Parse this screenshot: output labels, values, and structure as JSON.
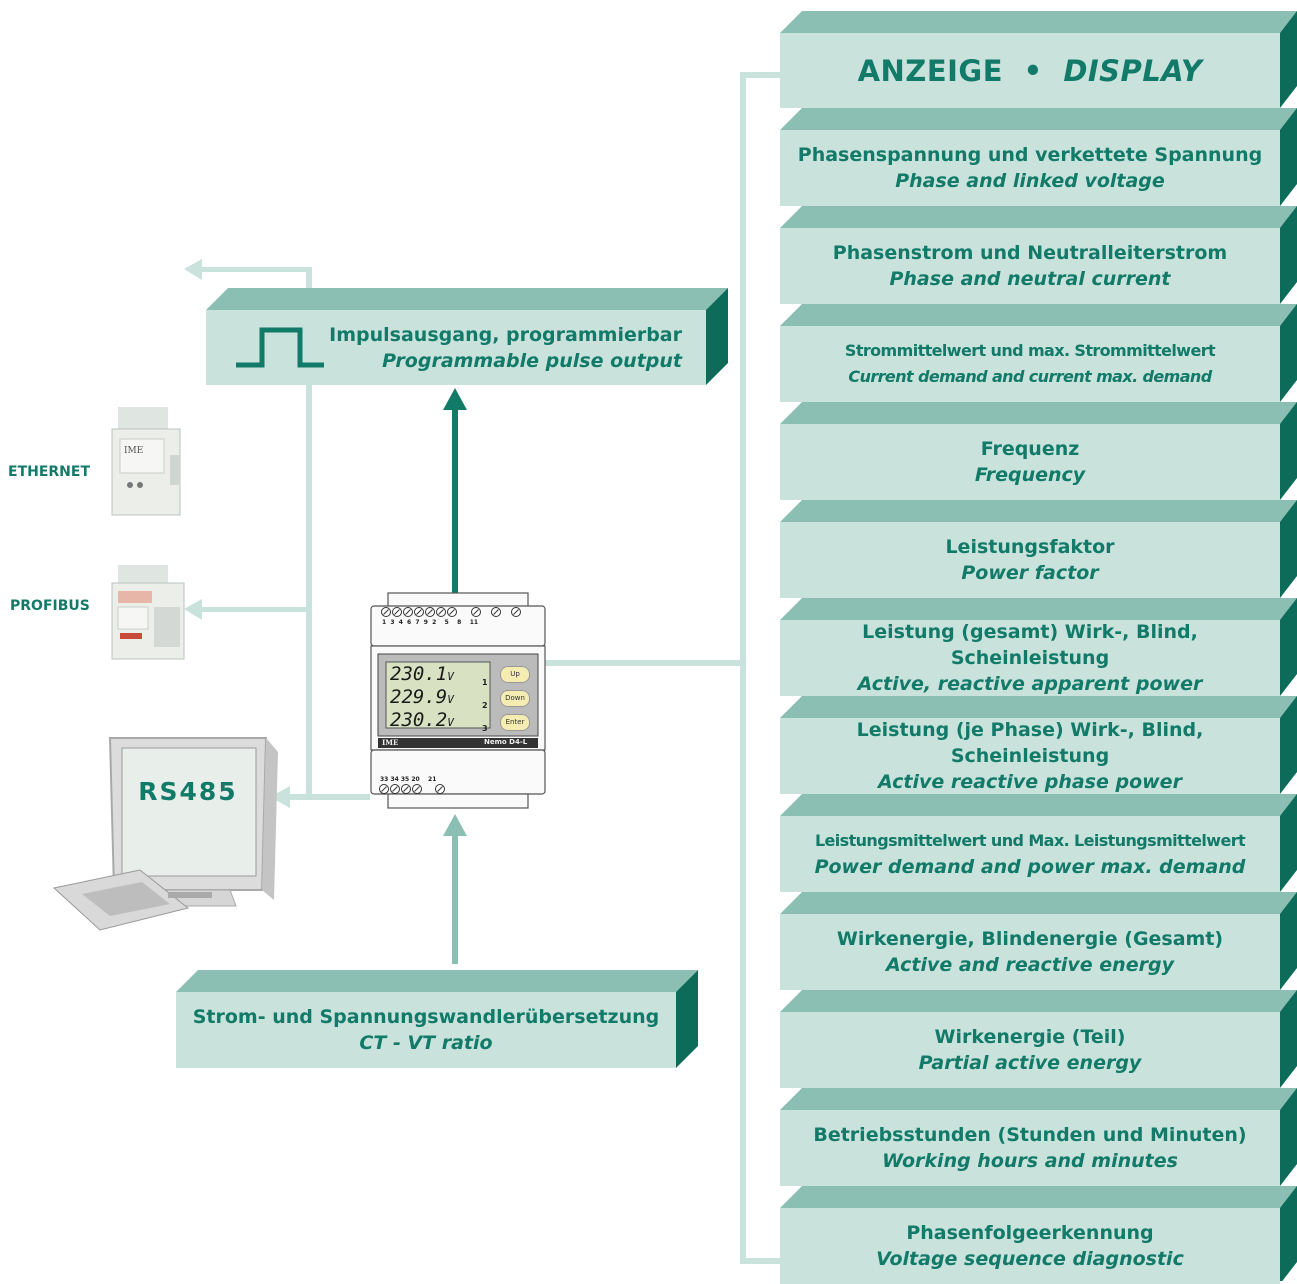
{
  "display_header": {
    "label_de": "ANZEIGE",
    "bullet": "•",
    "label_en": "DISPLAY"
  },
  "display_items": [
    {
      "de": "Phasenspannung und verkettete Spannung",
      "en": "Phase and linked voltage"
    },
    {
      "de": "Phasenstrom und Neutralleiterstrom",
      "en": "Phase and neutral current"
    },
    {
      "de": "Strommittelwert und max. Strommittelwert",
      "en": "Current demand and current max. demand"
    },
    {
      "de": "Frequenz",
      "en": "Frequency"
    },
    {
      "de": "Leistungsfaktor",
      "en": "Power factor"
    },
    {
      "de": "Leistung (gesamt) Wirk-, Blind, Scheinleistung",
      "en": "Active, reactive apparent power"
    },
    {
      "de": "Leistung (je Phase) Wirk-, Blind, Scheinleistung",
      "en": "Active reactive phase power"
    },
    {
      "de": "Leistungsmittelwert und Max. Leistungsmittelwert",
      "en": "Power demand and power max. demand"
    },
    {
      "de": "Wirkenergie, Blindenergie (Gesamt)",
      "en": "Active and reactive energy"
    },
    {
      "de": "Wirkenergie (Teil)",
      "en": "Partial active energy"
    },
    {
      "de": "Betriebsstunden (Stunden und Minuten)",
      "en": "Working hours and minutes"
    },
    {
      "de": "Phasenfolgeerkennung",
      "en": "Voltage sequence diagnostic"
    }
  ],
  "pulse_output": {
    "de": "Impulsausgang, programmierbar",
    "en": "Programmable pulse output"
  },
  "ratio_box": {
    "de": "Strom- und Spannungswandlerübersetzung",
    "en": "CT - VT ratio"
  },
  "interfaces": {
    "ethernet": "ETHERNET",
    "profibus": "PROFIBUS",
    "rs485": "RS485"
  },
  "meter": {
    "top_terminals": "1  3  4  6  7  9  2    5    8    11",
    "bottom_terminals": "33 34 35 20    21",
    "readings": [
      "230.1",
      "229.9",
      "230.2"
    ],
    "unit": "V",
    "phase_numbers": [
      "1",
      "2",
      "3"
    ],
    "buttons": [
      "Up",
      "Down",
      "Enter"
    ],
    "brand": "IME",
    "model": "Nemo D4-L"
  },
  "colors": {
    "box_fill": "#c9e2dc",
    "box_side": "#0c6b59",
    "box_top": "#8cbfb3",
    "text": "#127a68",
    "arrow": "#127a68",
    "line": "#c9e2dc"
  }
}
